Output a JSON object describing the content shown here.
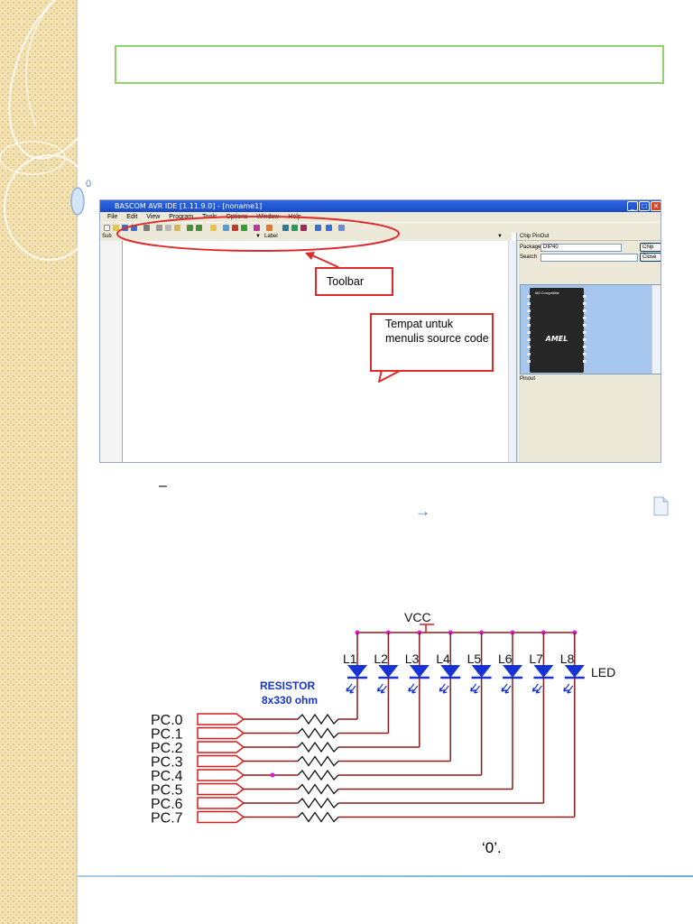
{
  "slide": {
    "bullet_marker": "0",
    "dash": "–",
    "arrow": "→",
    "file_icon": "document-icon",
    "quote_zero": "‘0’."
  },
  "ide": {
    "title": "BASCOM AVR IDE [1.11.9.0] - [noname1]",
    "menu": [
      "File",
      "Edit",
      "View",
      "Program",
      "Tools",
      "Options",
      "Window",
      "Help"
    ],
    "sub_label": "Sub",
    "label_label": "Label",
    "panel_title": "Chip PinOut",
    "package_label": "Package",
    "package_value": "DIP40",
    "search_label": "Search",
    "chip_button": "Chip",
    "close_button": "Close",
    "pinout_label": "Pinout",
    "chip_text": "M8 Compatible",
    "chip_logo": "AMEL",
    "callout_toolbar": "Toolbar",
    "callout_editor": "Tempat untuk menulis source code"
  },
  "schematic": {
    "vcc": "VCC",
    "led_label": "LED",
    "resistor_label": "RESISTOR",
    "resistor_value": "8x330 ohm",
    "leds": [
      "L1",
      "L2",
      "L3",
      "L4",
      "L5",
      "L6",
      "L7",
      "L8"
    ],
    "ports": [
      "PC.0",
      "PC.1",
      "PC.2",
      "PC.3",
      "PC.4",
      "PC.5",
      "PC.6",
      "PC.7"
    ]
  },
  "colors": {
    "title_border": "#8fd36a",
    "callout_border": "#e12a2a",
    "led_blue": "#1733d6",
    "wire_red": "#8b1a1a",
    "port_red": "#d81b1b",
    "junction": "#d81bd8"
  }
}
